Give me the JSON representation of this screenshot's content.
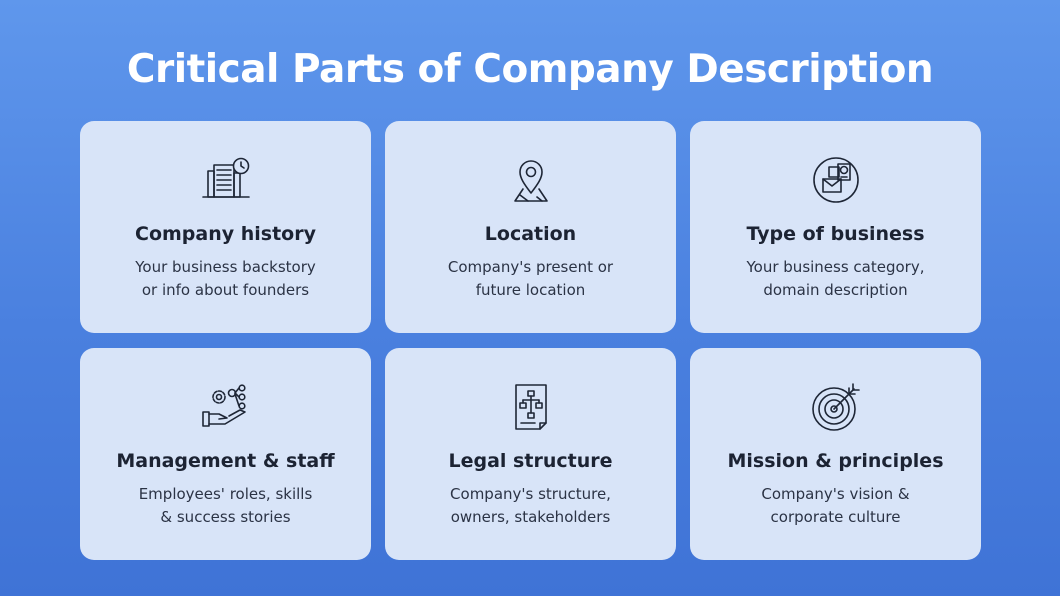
{
  "title": "Critical Parts of Company Description",
  "cards": [
    {
      "icon": "company-history-icon",
      "title": "Company history",
      "desc": [
        "Your business backstory",
        "or info about founders"
      ]
    },
    {
      "icon": "location-pin-icon",
      "title": "Location",
      "desc": [
        "Company's present or",
        "future location"
      ]
    },
    {
      "icon": "business-type-icon",
      "title": "Type of business",
      "desc": [
        "Your business category,",
        "domain description"
      ]
    },
    {
      "icon": "management-staff-icon",
      "title": "Management & staff",
      "desc": [
        "Employees' roles, skills",
        "& success stories"
      ]
    },
    {
      "icon": "legal-structure-icon",
      "title": "Legal structure",
      "desc": [
        "Company's structure,",
        "owners, stakeholders"
      ]
    },
    {
      "icon": "mission-target-icon",
      "title": "Mission & principles",
      "desc": [
        "Company's vision &",
        "corporate culture"
      ]
    }
  ]
}
